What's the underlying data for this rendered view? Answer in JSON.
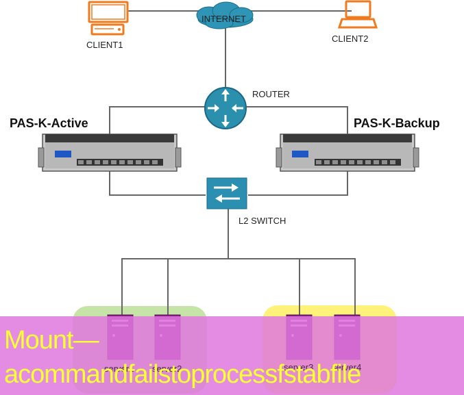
{
  "nodes": {
    "internet": "INTERNET",
    "client1": "CLIENT1",
    "client2": "CLIENT2",
    "router": "ROUTER",
    "active": "PAS-K-Active",
    "backup": "PAS-K-Backup",
    "switch": "L2 SWITCH",
    "server1": "server1",
    "server2": "server2",
    "server3": "server3",
    "server4": "server4"
  },
  "caption": {
    "line1": "Mount—",
    "line2": "acommandfailstoprocessfstabfile"
  },
  "colors": {
    "client": "#f07a1e",
    "network": "#2a8fb0",
    "server": "#8a1f8a",
    "group1": "#c6e4a8",
    "group2": "#fff27a",
    "banner": "#df78de",
    "caption": "#ffff33"
  }
}
